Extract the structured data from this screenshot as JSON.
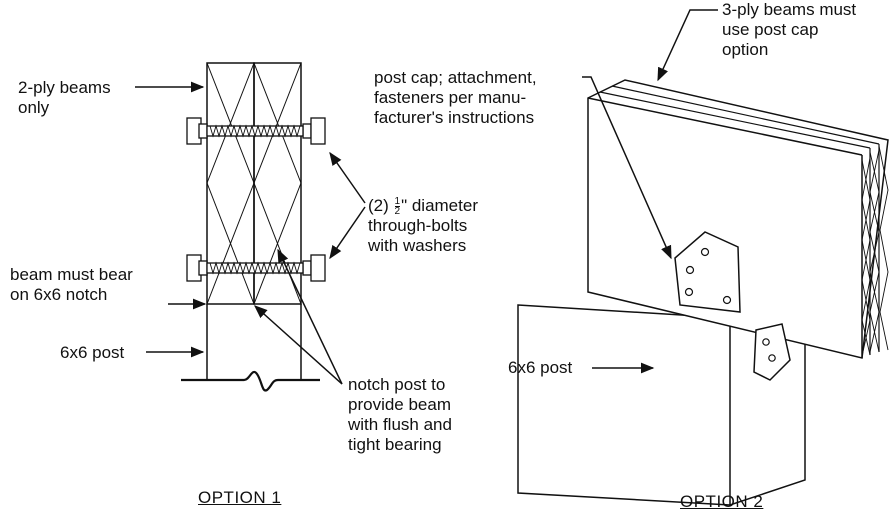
{
  "option1": {
    "title": "OPTION 1",
    "label_2ply_line1": "2-ply beams",
    "label_2ply_line2": "only",
    "bolts_prefix": "(2)",
    "bolts_frac_num": "1",
    "bolts_frac_den": "2",
    "bolts_suffix": "\" diameter",
    "bolts_line2": "through-bolts",
    "bolts_line3": "with washers",
    "bear_label": "beam must bear\non 6x6 notch",
    "post_label": "6x6 post",
    "notch_label": "notch post to\nprovide beam\nwith flush and\ntight bearing"
  },
  "option2": {
    "title": "OPTION 2",
    "threeply_label": "3-ply beams must\nuse post cap\noption",
    "postcap_label": "post cap; attachment,\nfasteners per manu-\nfacturer's instructions",
    "post_label": "6x6 post"
  }
}
